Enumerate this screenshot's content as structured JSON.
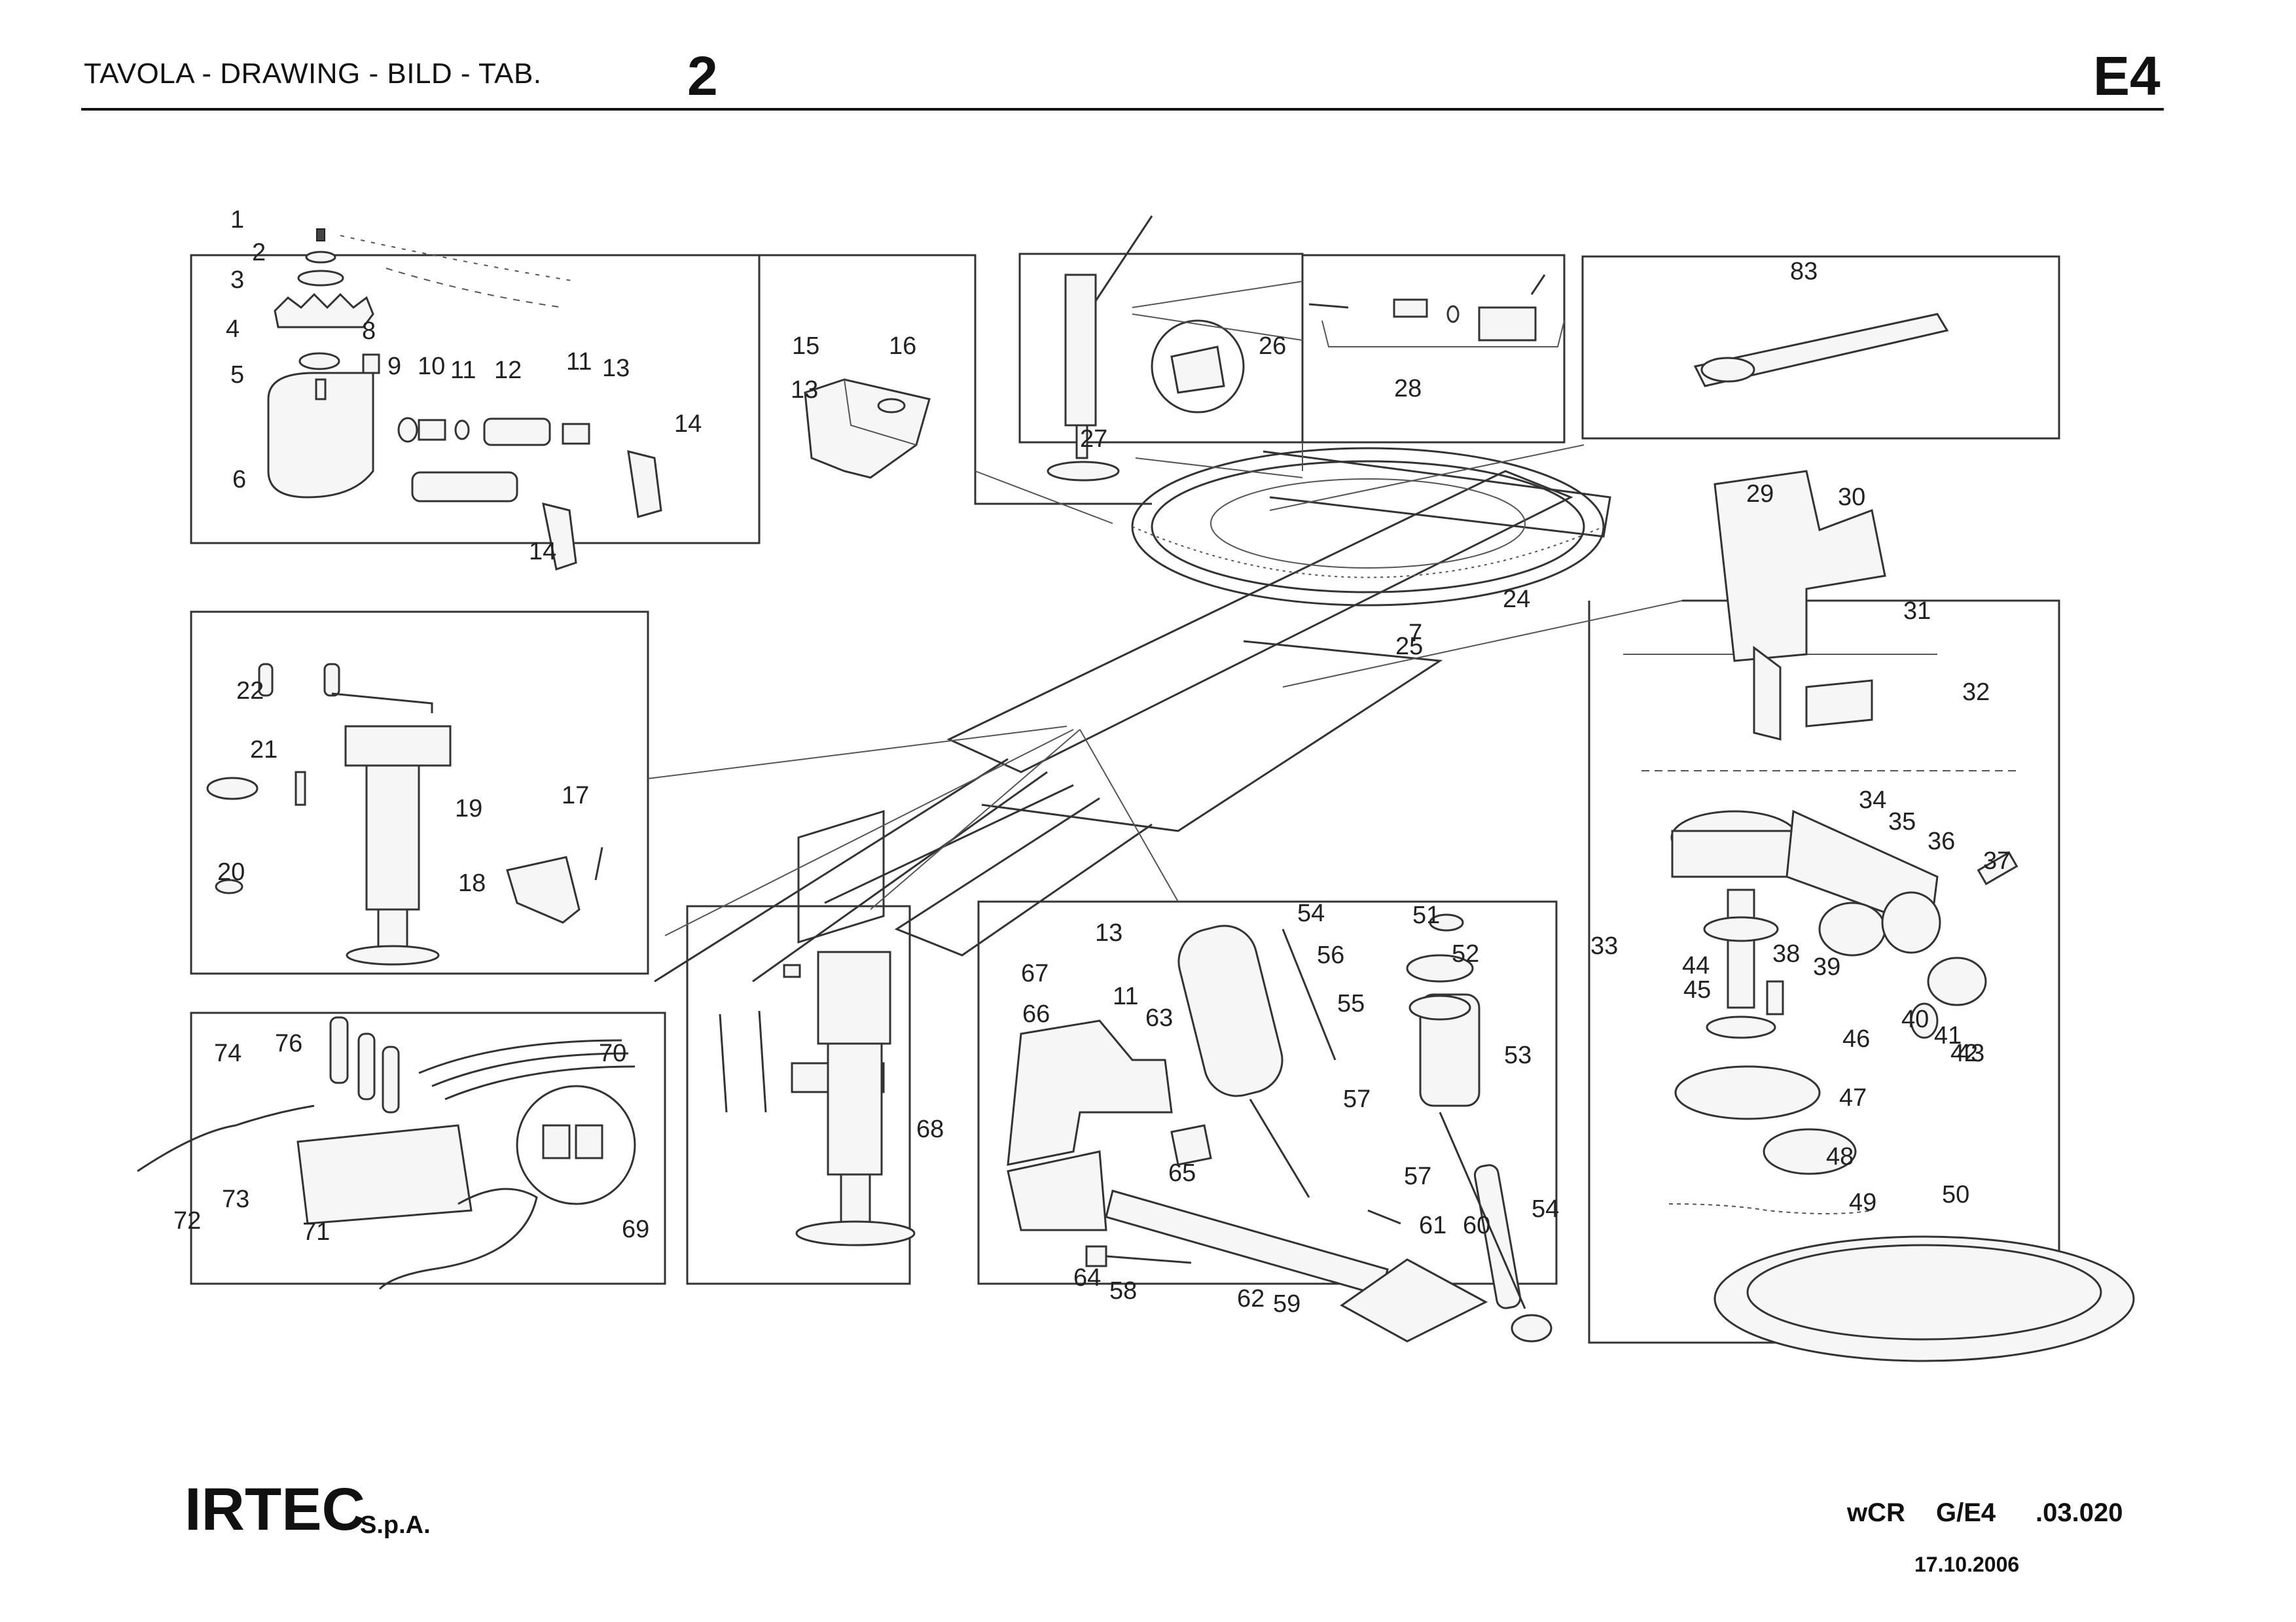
{
  "header": {
    "drawing_label": "TAVOLA - DRAWING - BILD - TAB.",
    "table_number": "2",
    "section_code": "E4"
  },
  "footer": {
    "company": "IRTEC",
    "company_suffix": "S.p.A.",
    "code_model": "wCR",
    "code_group": "G/E4",
    "code_ref": ".03.020",
    "date": "17.10.2006"
  },
  "callouts": [
    "1",
    "2",
    "3",
    "4",
    "5",
    "6",
    "7",
    "8",
    "9",
    "10",
    "11",
    "11",
    "11",
    "12",
    "13",
    "13",
    "13",
    "14",
    "14",
    "15",
    "16",
    "17",
    "18",
    "19",
    "20",
    "21",
    "22",
    "24",
    "25",
    "26",
    "27",
    "28",
    "29",
    "30",
    "31",
    "32",
    "33",
    "34",
    "35",
    "36",
    "37",
    "38",
    "39",
    "40",
    "41",
    "42",
    "43",
    "44",
    "45",
    "46",
    "47",
    "48",
    "49",
    "50",
    "51",
    "52",
    "53",
    "54",
    "54",
    "55",
    "56",
    "57",
    "57",
    "58",
    "59",
    "60",
    "61",
    "62",
    "63",
    "64",
    "65",
    "66",
    "67",
    "68",
    "69",
    "70",
    "71",
    "72",
    "73",
    "74",
    "76",
    "83"
  ]
}
